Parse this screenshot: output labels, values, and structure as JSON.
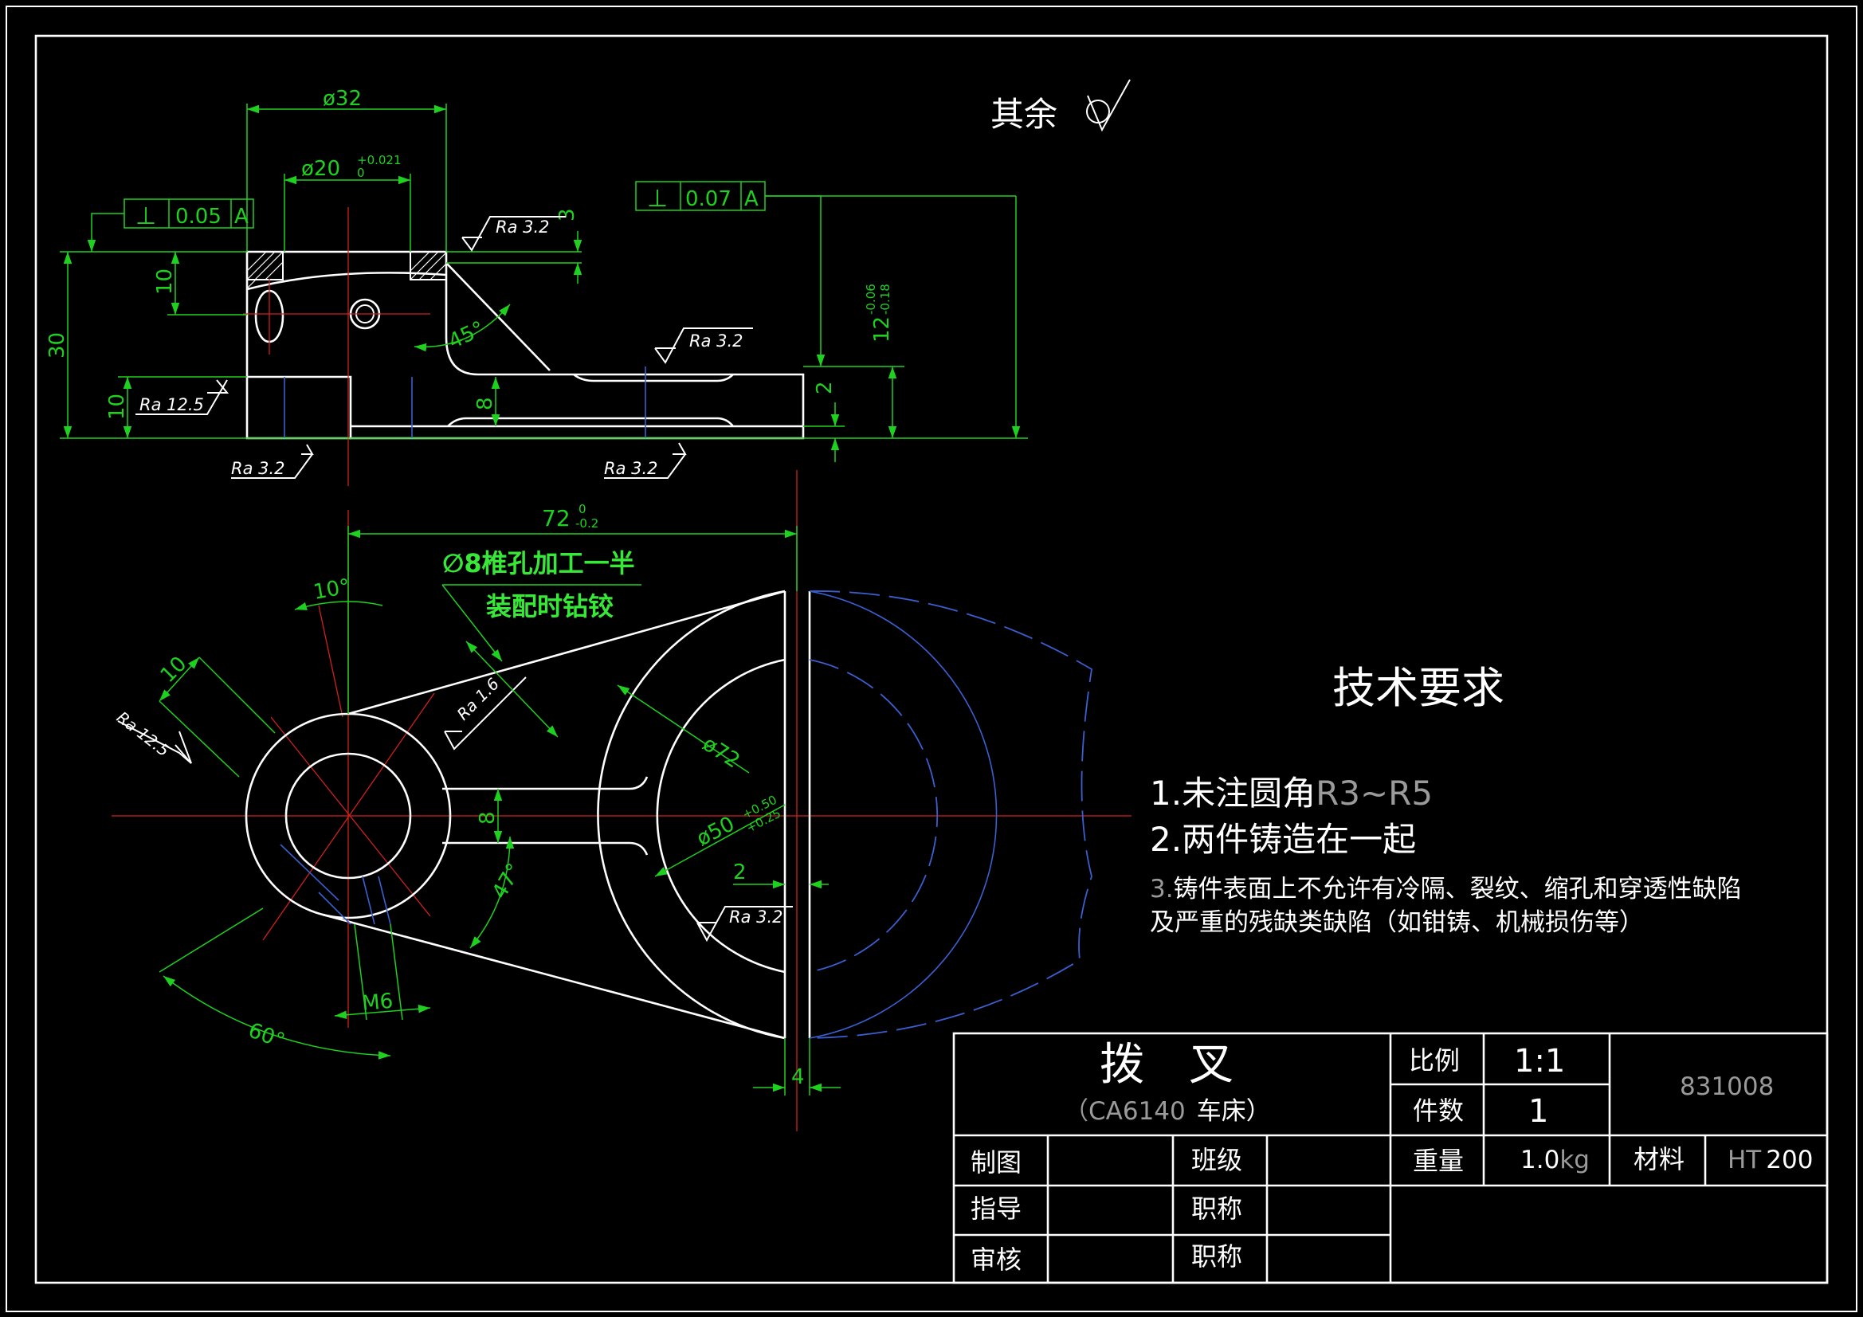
{
  "surface_note": {
    "label": "其余"
  },
  "top_view": {
    "dims": {
      "d32": "ø32",
      "d20": "ø20",
      "d20_tol_upper": "+0.021",
      "d20_tol_lower": "0",
      "h3": "3",
      "h10a": "10",
      "h30": "30",
      "h10b": "10",
      "h8": "8",
      "h2": "2",
      "h12": "12",
      "h12_tol_upper": "-0.06",
      "h12_tol_lower": "-0.18",
      "ang45": "45°"
    },
    "tolerance_frames": [
      {
        "symbol": "⊥",
        "value": "0.05",
        "datum": "A"
      },
      {
        "symbol": "⊥",
        "value": "0.07",
        "datum": "A"
      }
    ],
    "roughness": [
      "Ra 3.2",
      "Ra 3.2",
      "Ra 12.5",
      "Ra 3.2",
      "Ra 3.2"
    ]
  },
  "front_view": {
    "dims": {
      "len72": "72",
      "len72_tol_upper": "0",
      "len72_tol_lower": "-0.2",
      "ang10": "10°",
      "d10": "10",
      "d72": "ø72",
      "d50": "ø50",
      "d50_tol_upper": "+0.50",
      "d50_tol_lower": "+0.25",
      "w8": "8",
      "ang47": "47°",
      "w2": "2",
      "m6": "M6",
      "ang60": "60°",
      "w4": "4"
    },
    "roughness": [
      "Ra 12.5",
      "Ra 1.6",
      "Ra 3.2"
    ],
    "note_line1": "∅8椎孔加工一半",
    "note_line2": "装配时钻铰"
  },
  "tech_req": {
    "title": "技术要求",
    "item1_prefix": "1.未注圆角",
    "item1_suffix": "R3~R5",
    "item2": "2.两件铸造在一起",
    "item3_num": "3.",
    "item3_line1": "铸件表面上不允许有冷隔、裂纹、缩孔和穿透性缺陷",
    "item3_line2": "及严重的残缺类缺陷（如钳铸、机械损伤等）"
  },
  "title_block": {
    "part_name": "拨　叉",
    "machine_open": "（CA6140",
    "machine_close": "车床）",
    "scale_label": "比例",
    "scale_value": "1:1",
    "qty_label": "件数",
    "qty_value": "1",
    "drawing_no": "831008",
    "weight_label": "重量",
    "weight_num": "1.0",
    "weight_unit": "kg",
    "material_label": "材料",
    "material_prefix": "HT",
    "material_num": "200",
    "drawn_label": "制图",
    "class_label": "班级",
    "guide_label": "指导",
    "title_label_1": "职称",
    "review_label": "审核",
    "title_label_2": "职称"
  },
  "colors": {
    "background": "#000000",
    "outline": "#ffffff",
    "dimension": "#1fd11f",
    "centerline": "#d02020",
    "hidden": "#3a5fd0"
  }
}
